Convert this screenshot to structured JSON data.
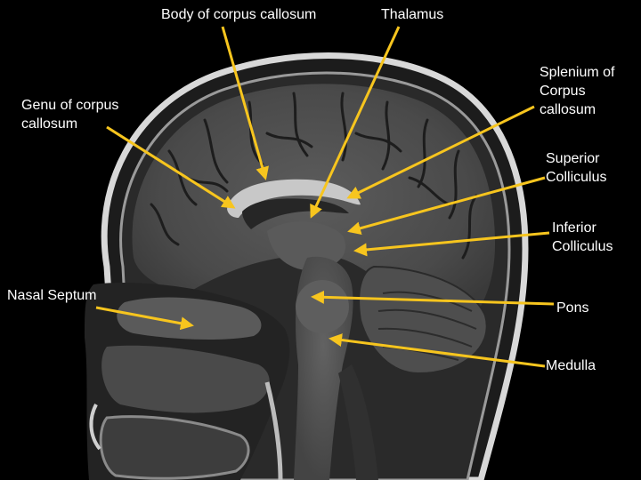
{
  "image": {
    "background_color": "#000000",
    "arrow_color": "#f7c51e",
    "label_color": "#ffffff"
  },
  "labels": {
    "body_of_corpus_callosum": "Body of corpus callosum",
    "thalamus": "Thalamus",
    "genu_of_corpus_callosum": "Genu of corpus\ncallosum",
    "splenium_of_corpus_callosum": "Splenium of\nCorpus\ncallosum",
    "superior_colliculus": "Superior\nColliculus",
    "inferior_colliculus": "Inferior\nColliculus",
    "nasal_septum": "Nasal Septum",
    "pons": "Pons",
    "medulla": "Medulla"
  }
}
